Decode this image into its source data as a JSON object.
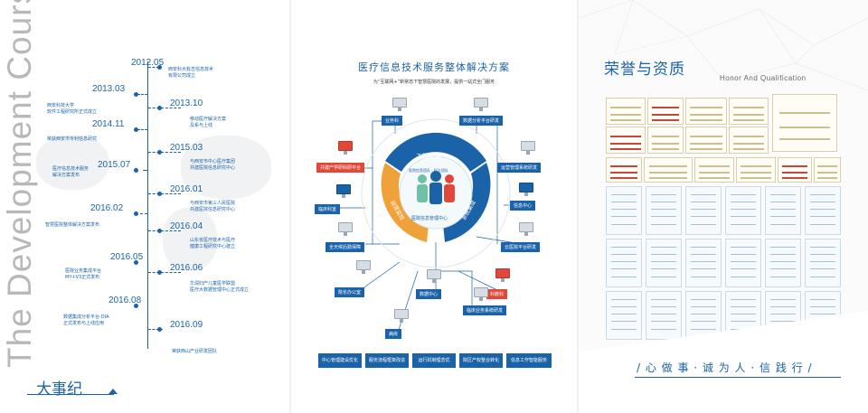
{
  "timeline": {
    "vertical_title": "The Development Course",
    "footer_title": "大事纪",
    "events": [
      {
        "year": "2012.05",
        "text": [
          "西安科大有志信息技术",
          "有限公司成立"
        ]
      },
      {
        "year": "2013.03",
        "text": [
          "西安科技大学",
          "软件工程研究所正式成立"
        ]
      },
      {
        "year": "2013.10",
        "text": [
          "移动医疗解决方案",
          "及系与上线"
        ]
      },
      {
        "year": "2014.11",
        "text": [
          "荣获西安市专利信息研究"
        ]
      },
      {
        "year": "2015.03",
        "text": [
          "与西安市中心医疗集团",
          "共建医院信息研究中心"
        ]
      },
      {
        "year": "2015.07",
        "text": [
          "医疗信息技术服务",
          "解决方案发布"
        ]
      },
      {
        "year": "2016.01",
        "text": [
          "与西安市第三人民医院",
          "共建医院信息研究中心"
        ]
      },
      {
        "year": "2016.02",
        "text": [
          "智慧医院整体解决方案发布"
        ]
      },
      {
        "year": "2016.04",
        "text": [
          "山东省医疗技术与医疗",
          "健康工程研究中心建立"
        ]
      },
      {
        "year": "2016.05",
        "text": [
          "医院业务集成平台",
          "MY-I-V3正式发布"
        ]
      },
      {
        "year": "2016.06",
        "text": [
          "华润妇产儿童医学联盟",
          "医疗大数据管理中心正式成立"
        ]
      },
      {
        "year": "2016.08",
        "text": [
          "数据集成分析平台-DIA",
          "正式发布与上线应用"
        ]
      },
      {
        "year": "2016.09",
        "text": [
          "荣获西山产业研发团队"
        ]
      }
    ]
  },
  "solution": {
    "title": "医疗信息技术服务整体解决方案",
    "subtitle": "为“互联网+”新常态下智慧医院的发展，提供一站式全门服务",
    "center": {
      "top": "工程实施",
      "left": "运营监控",
      "right": "系统集成",
      "inner_top": "医院信息团队 · 科大团队",
      "inner_bottom": "医院信息管理中心"
    },
    "nodes": [
      "业务科",
      "数据分析平台研发",
      "运营管理系统研发",
      "信息中心",
      "云医院平台研发",
      "科教科",
      "临床业务系统研发",
      "数据中心",
      "病房",
      "院长办公室",
      "全天候后勤保障",
      "临床科室",
      "共建产学研科研平台"
    ],
    "bottom_bar": [
      "中心管理建设优化",
      "服务流程框架改造",
      "运行机制理念优",
      "院区产权整合转化",
      "信息工作智能服务"
    ]
  },
  "honors": {
    "title": "荣誉与资质",
    "title_en": "Honor And Qualification",
    "slogan": "/ 心 做 事 · 诚 为 人 · 信 践 行 /",
    "colors": {
      "accent": "#1b63a8",
      "red": "#e0493a",
      "orange": "#f0a23a"
    }
  }
}
